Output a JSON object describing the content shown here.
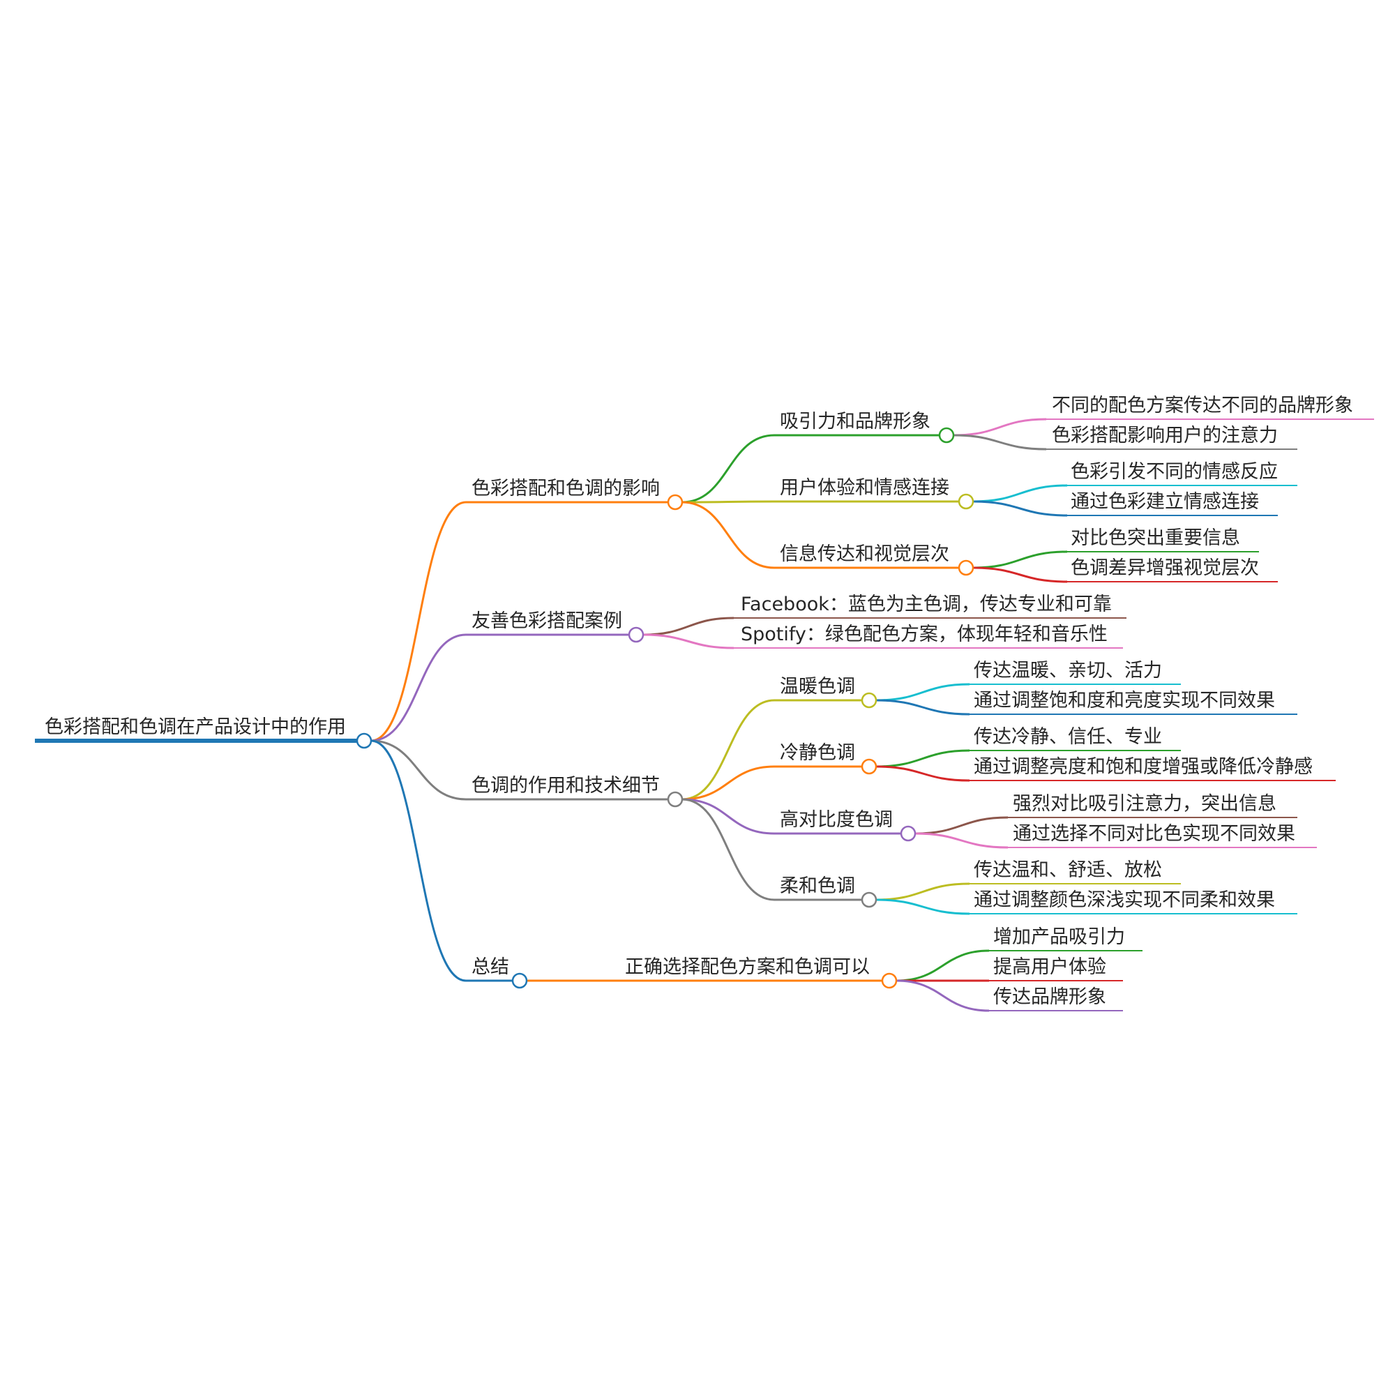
{
  "colors": {
    "blue": "#1f77b4",
    "orange": "#ff7f0e",
    "green": "#2ca02c",
    "red": "#d62728",
    "purple": "#9467bd",
    "brown": "#8c564b",
    "pink": "#e377c2",
    "gray": "#7f7f7f",
    "olive": "#bcbd22",
    "cyan": "#17becf"
  },
  "root": {
    "id": "root",
    "label": "色彩搭配和色调在产品设计中的作用",
    "color": "blue",
    "children": [
      {
        "id": "impact",
        "label": "色彩搭配和色调的影响",
        "color": "orange",
        "children": [
          {
            "id": "attract",
            "label": "吸引力和品牌形象",
            "color": "green",
            "children": [
              {
                "id": "attract-1",
                "label": "不同的配色方案传达不同的品牌形象",
                "color": "pink"
              },
              {
                "id": "attract-2",
                "label": "色彩搭配影响用户的注意力",
                "color": "gray"
              }
            ]
          },
          {
            "id": "ux",
            "label": "用户体验和情感连接",
            "color": "olive",
            "children": [
              {
                "id": "ux-1",
                "label": "色彩引发不同的情感反应",
                "color": "cyan"
              },
              {
                "id": "ux-2",
                "label": "通过色彩建立情感连接",
                "color": "blue"
              }
            ]
          },
          {
            "id": "info",
            "label": "信息传达和视觉层次",
            "color": "orange",
            "children": [
              {
                "id": "info-1",
                "label": "对比色突出重要信息",
                "color": "green"
              },
              {
                "id": "info-2",
                "label": "色调差异增强视觉层次",
                "color": "red"
              }
            ]
          }
        ]
      },
      {
        "id": "cases",
        "label": "友善色彩搭配案例",
        "color": "purple",
        "children": [
          {
            "id": "case-fb",
            "label": "Facebook：蓝色为主色调，传达专业和可靠",
            "color": "brown"
          },
          {
            "id": "case-sp",
            "label": "Spotify：绿色配色方案，体现年轻和音乐性",
            "color": "pink"
          }
        ]
      },
      {
        "id": "tone",
        "label": "色调的作用和技术细节",
        "color": "gray",
        "children": [
          {
            "id": "warm",
            "label": "温暖色调",
            "color": "olive",
            "children": [
              {
                "id": "warm-1",
                "label": "传达温暖、亲切、活力",
                "color": "cyan"
              },
              {
                "id": "warm-2",
                "label": "通过调整饱和度和亮度实现不同效果",
                "color": "blue"
              }
            ]
          },
          {
            "id": "cool",
            "label": "冷静色调",
            "color": "orange",
            "children": [
              {
                "id": "cool-1",
                "label": "传达冷静、信任、专业",
                "color": "green"
              },
              {
                "id": "cool-2",
                "label": "通过调整亮度和饱和度增强或降低冷静感",
                "color": "red"
              }
            ]
          },
          {
            "id": "contrast",
            "label": "高对比度色调",
            "color": "purple",
            "children": [
              {
                "id": "contrast-1",
                "label": "强烈对比吸引注意力，突出信息",
                "color": "brown"
              },
              {
                "id": "contrast-2",
                "label": "通过选择不同对比色实现不同效果",
                "color": "pink"
              }
            ]
          },
          {
            "id": "soft",
            "label": "柔和色调",
            "color": "gray",
            "children": [
              {
                "id": "soft-1",
                "label": "传达温和、舒适、放松",
                "color": "olive"
              },
              {
                "id": "soft-2",
                "label": "通过调整颜色深浅实现不同柔和效果",
                "color": "cyan"
              }
            ]
          }
        ]
      },
      {
        "id": "summary",
        "label": "总结",
        "color": "blue",
        "children": [
          {
            "id": "summary-main",
            "label": "正确选择配色方案和色调可以",
            "color": "orange",
            "children": [
              {
                "id": "summary-1",
                "label": "增加产品吸引力",
                "color": "green"
              },
              {
                "id": "summary-2",
                "label": "提高用户体验",
                "color": "red"
              },
              {
                "id": "summary-3",
                "label": "传达品牌形象",
                "color": "purple"
              }
            ]
          }
        ]
      }
    ]
  }
}
